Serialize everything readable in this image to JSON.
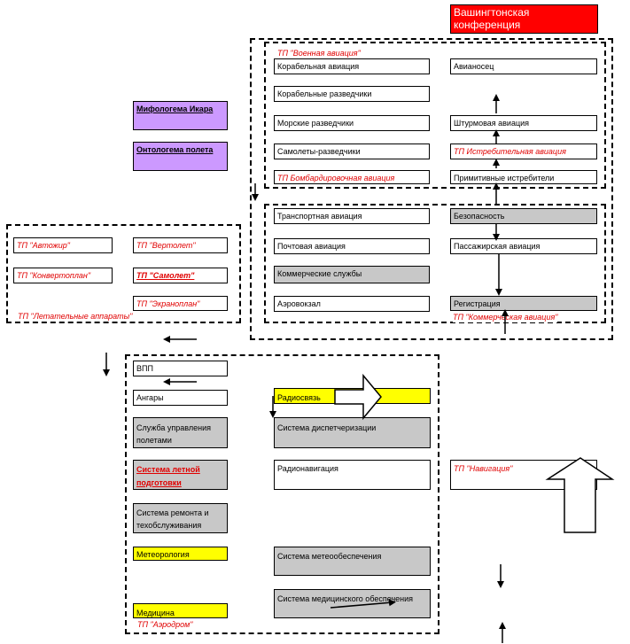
{
  "washington": "Вашингтонская конференция",
  "mythologem": "Мифологема Икара",
  "ontologem": "Онтологема полета",
  "military": {
    "group_label": "ТП \"Военная авиация\"",
    "left": [
      "Корабельная авиация",
      "Корабельные разведчики",
      "Морские разведчики",
      "Самолеты-разведчики"
    ],
    "bomber": "ТП Бомбардировочная авиация",
    "right": [
      "Авианосец",
      "Штурмовая авиация",
      "ТП Истребительная авиация",
      "Примитивные истребители"
    ]
  },
  "commercial": {
    "group_label": "ТП \"Коммерческая авиация\"",
    "left": [
      "Транспортная авиация",
      "Почтовая авиация",
      "Коммерческие службы",
      "Аэровокзал"
    ],
    "right": [
      "Безопасность",
      "Пассажирская авиация",
      "Регистрация"
    ]
  },
  "aircraft": {
    "group_label": "ТП \"Летательные аппараты\"",
    "items": [
      "ТП \"Автожир\"",
      "ТП \"Вертолет\"",
      "ТП \"Конвертоплан\"",
      "ТП \"Самолет\"",
      "ТП \"Экраноплан\""
    ]
  },
  "airfield": {
    "group_label": "ТП \"Аэродром\"",
    "left": [
      "ВПП",
      "Ангары",
      "Служба управления полетами",
      "Система летной подготовки",
      "Система ремонта и техобслуживания",
      "Метеорология",
      "Медицина"
    ],
    "right": [
      "Радиосвязь",
      "Система диспетчеризации",
      "Радионавигация",
      "Система метеообеспечения",
      "Система медицинского обеспечения"
    ]
  },
  "navigation": "ТП \"Навигация\"",
  "colors": {
    "red": "#ff0000",
    "gray": "#c8c8c8",
    "yellow": "#ffff00",
    "purple": "#cc99ff"
  }
}
